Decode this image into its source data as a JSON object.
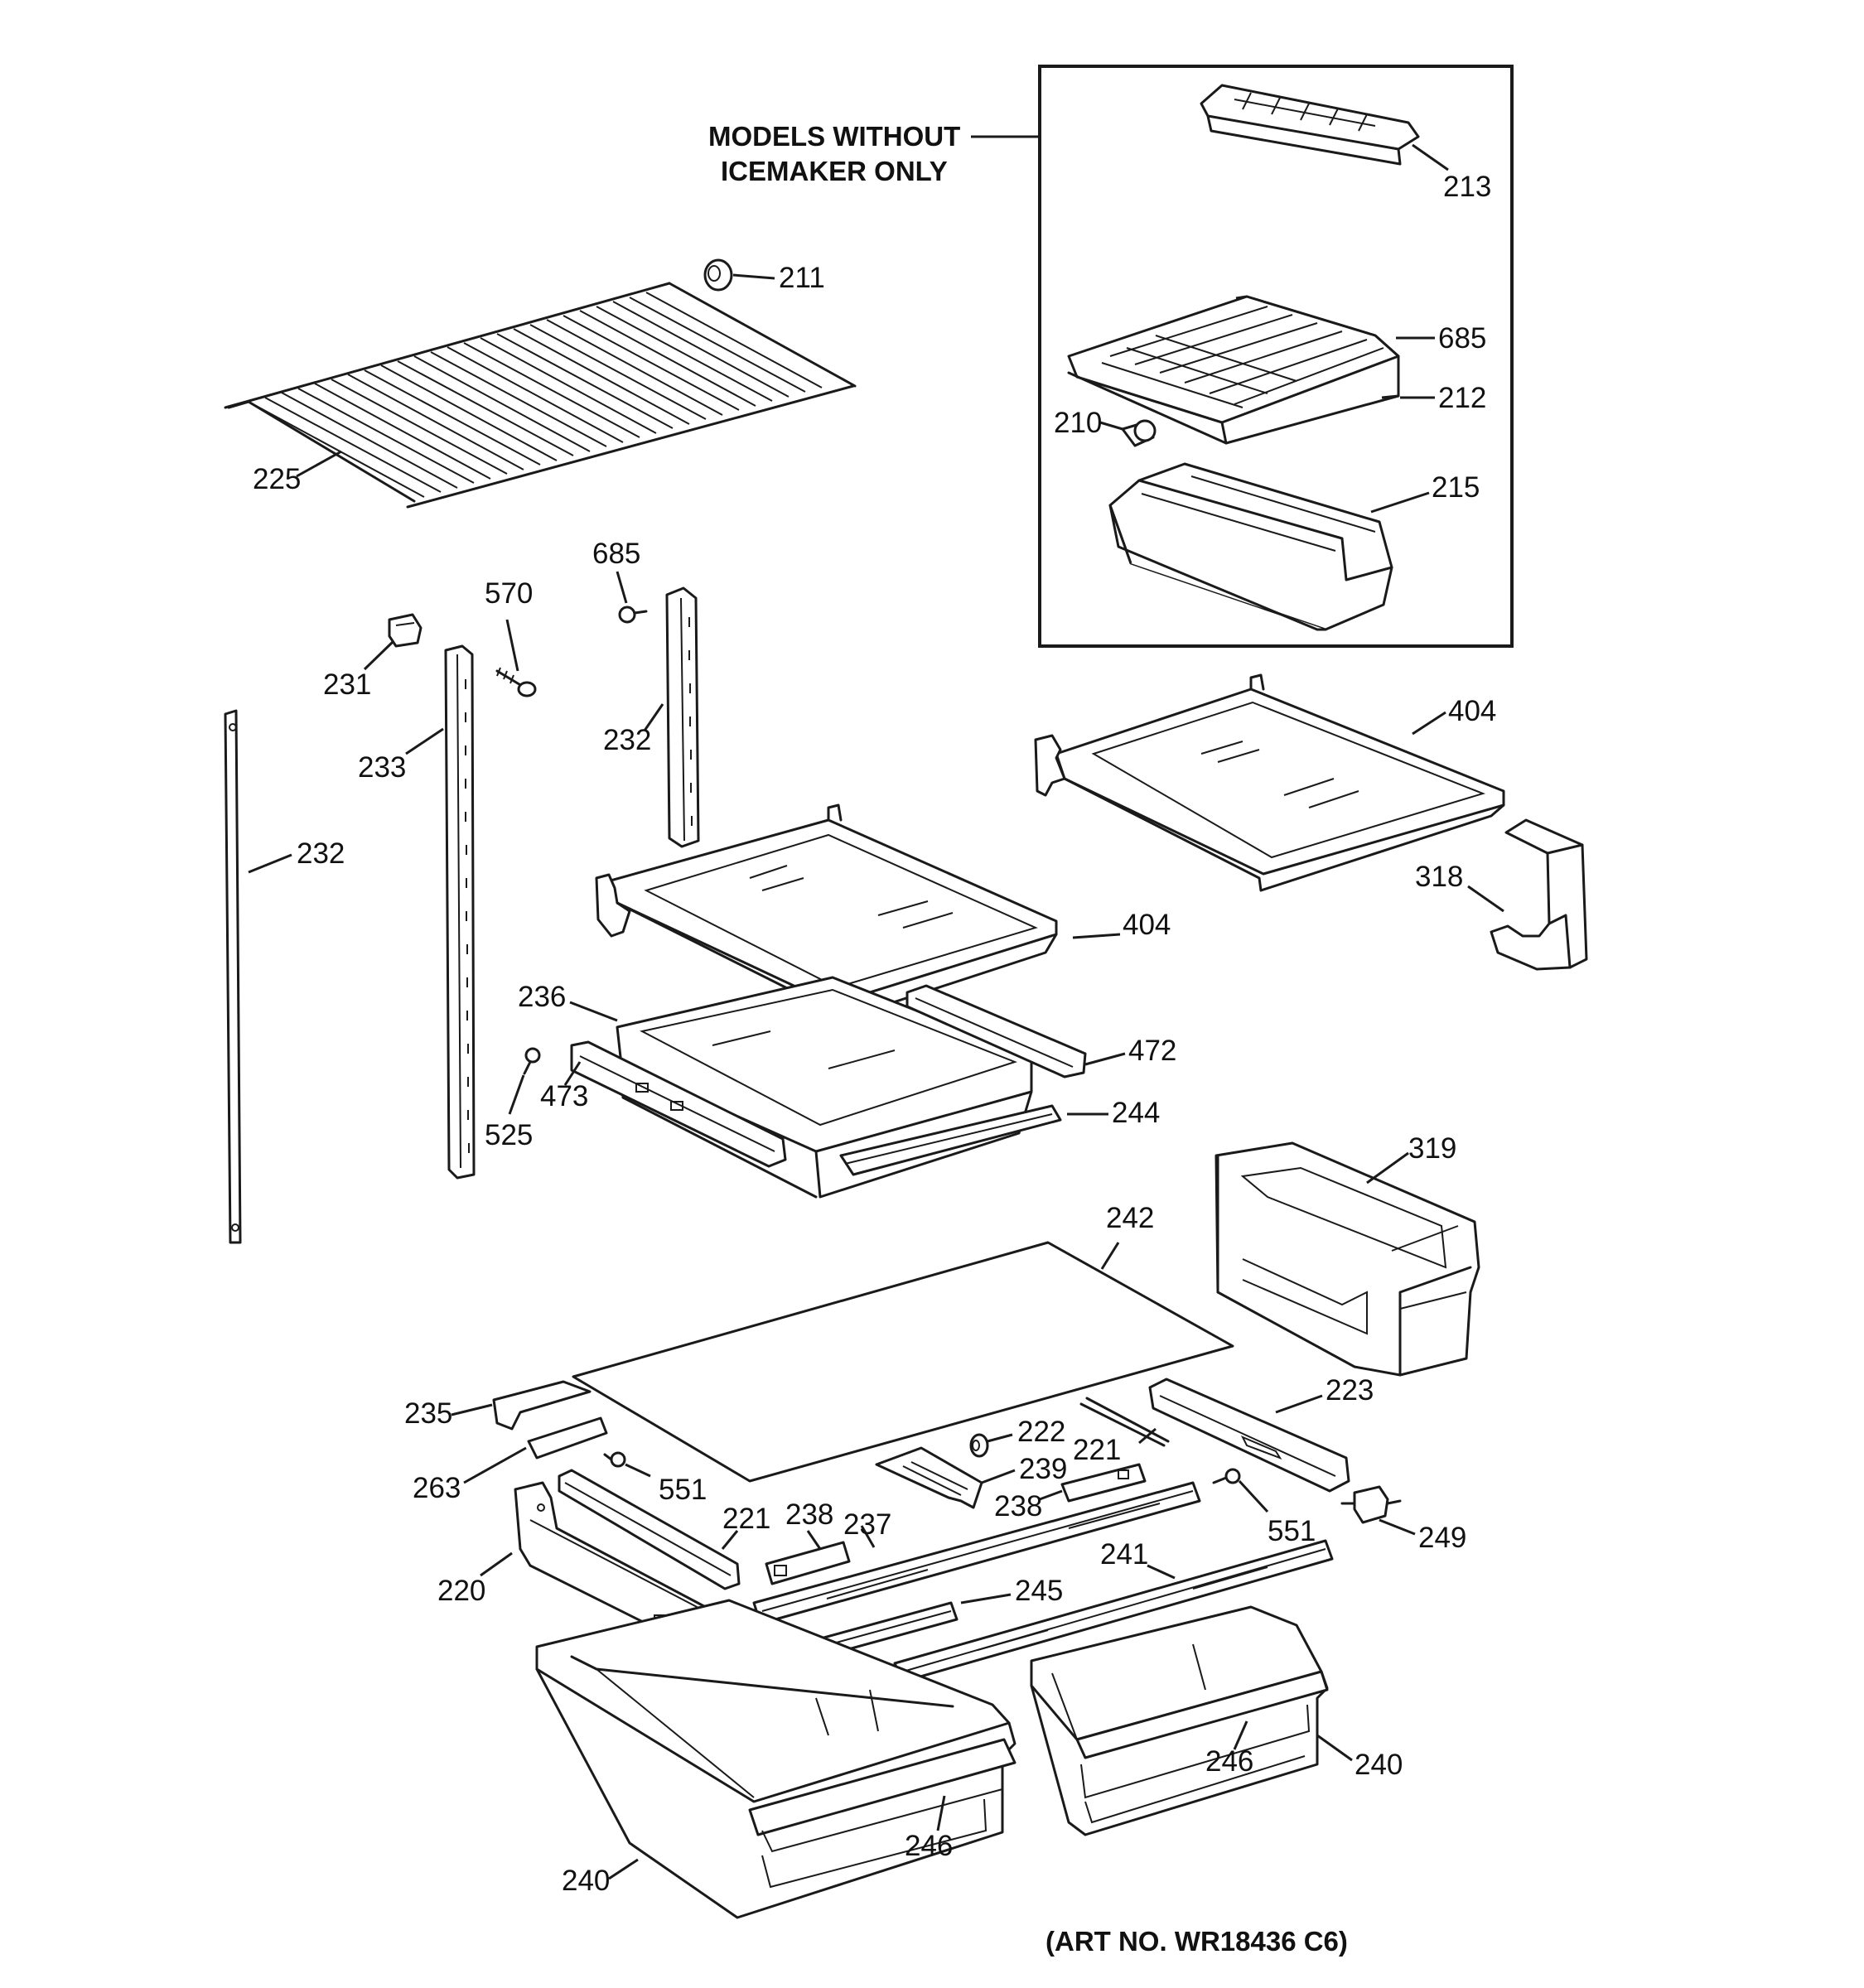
{
  "heading_lines": [
    "MODELS WITHOUT",
    "ICEMAKER ONLY"
  ],
  "art_number": "(ART NO. WR18436 C6)",
  "callouts": [
    "213",
    "211",
    "685",
    "212",
    "210",
    "215",
    "225",
    "570",
    "685",
    "231",
    "232",
    "233",
    "232",
    "404",
    "404",
    "318",
    "236",
    "472",
    "473",
    "525",
    "244",
    "319",
    "242",
    "235",
    "223",
    "222",
    "221",
    "263",
    "551",
    "239",
    "238",
    "238",
    "551",
    "249",
    "221",
    "237",
    "220",
    "245",
    "241",
    "246",
    "240",
    "246",
    "240"
  ],
  "colors": {
    "line": "#1a1a1a",
    "background": "#ffffff"
  }
}
